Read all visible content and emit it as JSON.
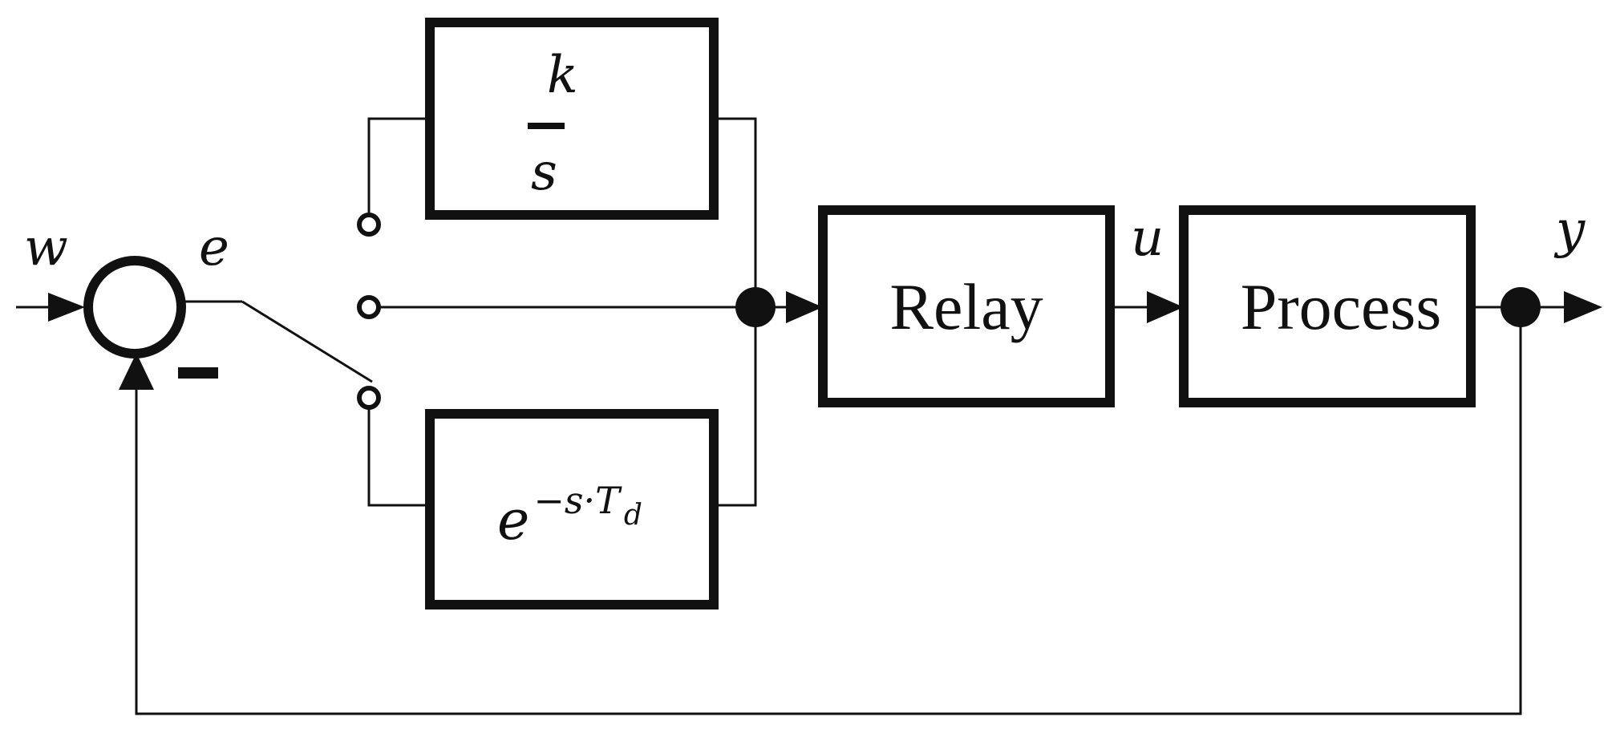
{
  "signals": {
    "input": "w",
    "error": "e",
    "feedback_sign": "-",
    "control": "u",
    "output": "y"
  },
  "blocks": {
    "integrator": {
      "numerator": "k",
      "denominator": "s"
    },
    "delay": {
      "base": "e",
      "exponent": "−s·T",
      "subscript": "d"
    },
    "relay": "Relay",
    "process": "Process"
  }
}
